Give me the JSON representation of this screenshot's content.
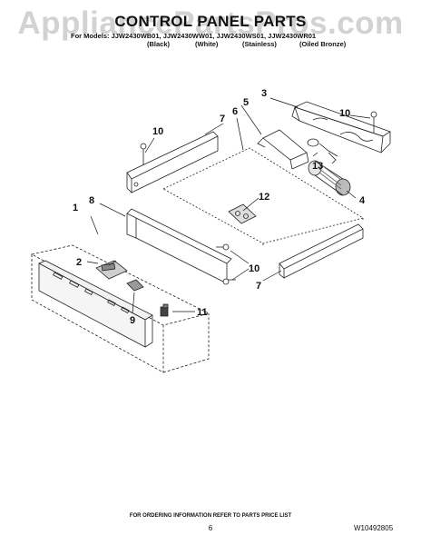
{
  "watermark": "AppliancePartsPros.com",
  "header": {
    "title": "CONTROL PANEL PARTS",
    "models_line": "For Models: JJW2430WB01, JJW2430WW01, JJW2430WS01, JJW2430WR01",
    "finishes": [
      "(Black)",
      "(White)",
      "(Stainless)",
      "(Oiled Bronze)"
    ]
  },
  "callouts": [
    "1",
    "2",
    "3",
    "4",
    "5",
    "6",
    "7",
    "7",
    "8",
    "9",
    "10",
    "10",
    "10",
    "11",
    "12",
    "13"
  ],
  "footer": {
    "note": "FOR ORDERING INFORMATION REFER TO PARTS PRICE LIST",
    "page": "6",
    "doc_number": "W10492805"
  }
}
